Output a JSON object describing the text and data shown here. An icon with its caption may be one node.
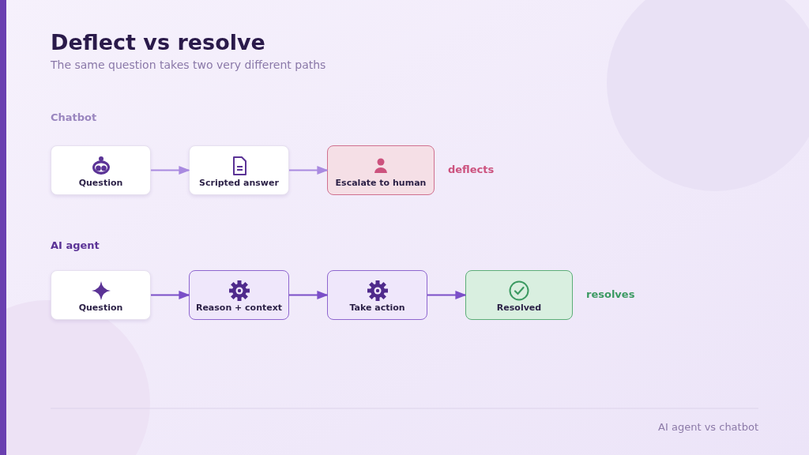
{
  "diagram": {
    "title": "Deflect vs resolve",
    "caption": "The same question takes two very different paths",
    "nodes": [
      {
        "text": [
          "Question"
        ]
      },
      {
        "text": [
          "Scripted answer"
        ]
      },
      {
        "text": [
          "Escalate to human"
        ],
        "beside": [
          "deflects"
        ]
      },
      {
        "text": [
          "Question"
        ]
      },
      {
        "text": [
          "Reason + context"
        ]
      },
      {
        "text": [
          "Take action"
        ]
      },
      {
        "text": [
          "Resolved"
        ],
        "beside": [
          "resolves"
        ]
      }
    ],
    "edges": [
      {
        "from": 0,
        "to": 1,
        "arrow": "to",
        "color": "#a98ae0"
      },
      {
        "from": 1,
        "to": 2,
        "arrow": "to",
        "color": "#a98ae0"
      },
      {
        "from": 3,
        "to": 4,
        "arrow": "to"
      },
      {
        "from": 4,
        "to": 5,
        "arrow": "to"
      },
      {
        "from": 5,
        "to": 6,
        "arrow": "to"
      }
    ],
    "labels": [
      "Chatbot",
      "AI agent",
      "AI agent vs chatbot"
    ]
  }
}
